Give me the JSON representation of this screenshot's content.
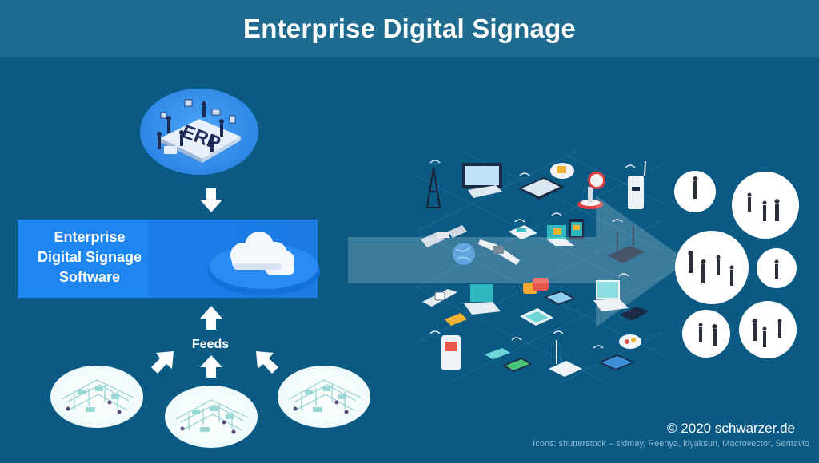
{
  "header": {
    "title": "Enterprise Digital Signage"
  },
  "colors": {
    "background": "#0a5a84",
    "header": "#1e6b8f",
    "software_box": "#1e86f0",
    "erp_oval": "#2d87e6",
    "arrow": "#ffffff",
    "flow_arrow": "rgba(255,255,255,0.22)"
  },
  "erp": {
    "label": "ERP",
    "icon": "erp-isometric-illustration"
  },
  "software": {
    "line1": "Enterprise",
    "line2": "Digital Signage",
    "line3": "Software",
    "icon": "cloud-icon"
  },
  "feeds": {
    "label": "Feeds",
    "sources": [
      "office-floor-1",
      "office-floor-2",
      "office-floor-3"
    ]
  },
  "devices": {
    "items": [
      "cell-tower",
      "desktop-computer",
      "tablet",
      "cloud-folder",
      "satellite-dish",
      "wireless-router-tall",
      "satellite",
      "globe",
      "smartwatch",
      "payment-terminal",
      "laptop",
      "router",
      "smartwatch",
      "laptop",
      "chat-bubbles",
      "smartphone",
      "smartphone",
      "laptop",
      "tv-box",
      "kiosk",
      "credit-card",
      "smartphone",
      "wifi-router",
      "tablet",
      "cloud-settings"
    ]
  },
  "audience": {
    "groups": [
      1,
      3,
      4,
      1,
      2,
      3
    ]
  },
  "credits": {
    "main": "© 2020 schwarzer.de",
    "sub": "Icons: shutterstock – sidmay, Reenya, klyaksun, Macrovector, Sentavio"
  }
}
